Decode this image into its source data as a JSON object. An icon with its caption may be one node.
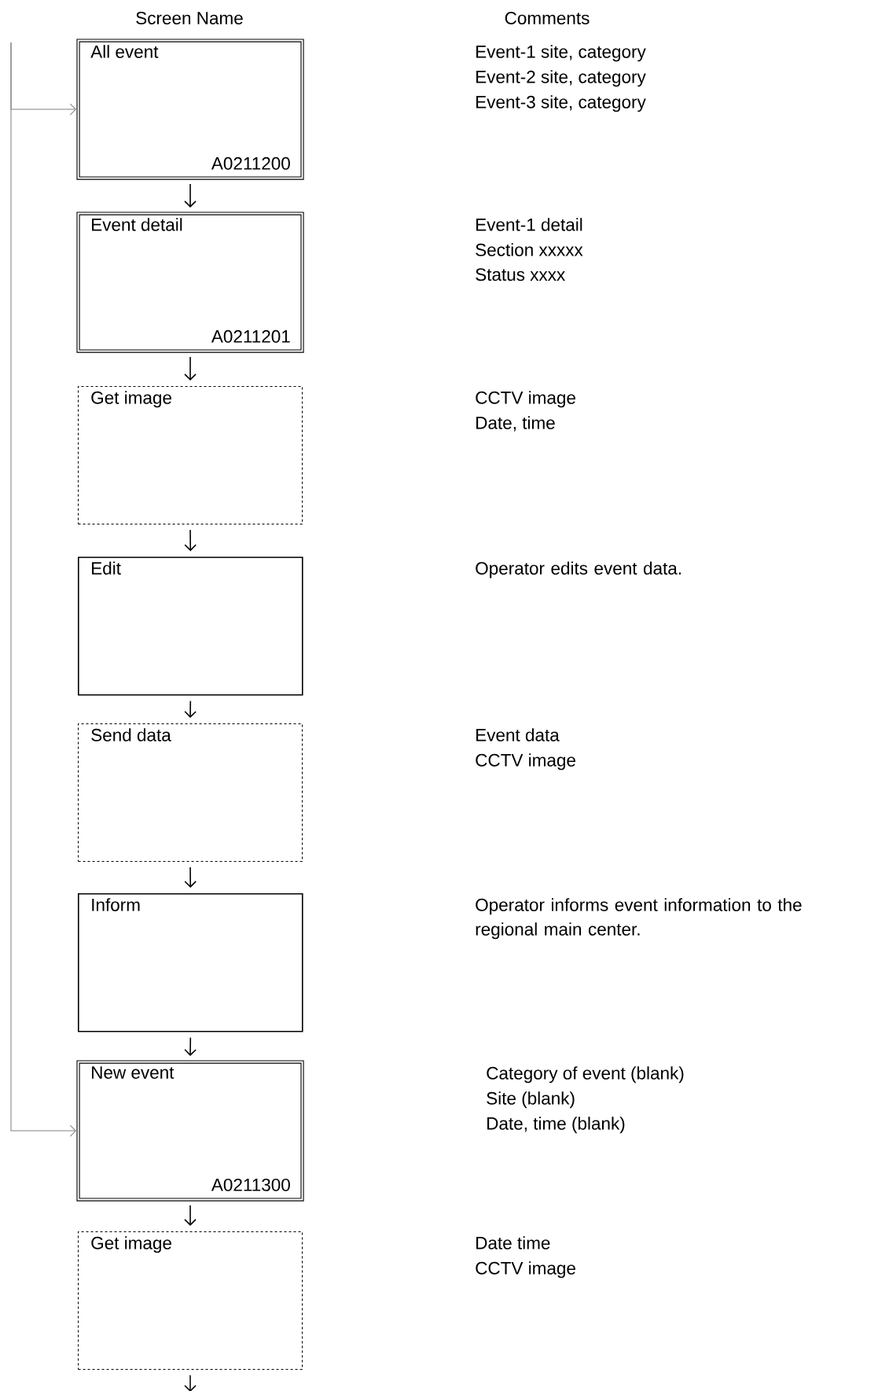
{
  "diagram": {
    "nodes": [
      {
        "text": [
          "All event",
          "A0211200"
        ],
        "beside": [
          "Event-1 site, category",
          "Event-2 site, category",
          "Event-3 site, category"
        ]
      },
      {
        "text": [
          "Event detail",
          "A0211201"
        ],
        "beside": [
          "Event-1 detail",
          "Section xxxxx",
          "Status xxxx"
        ]
      },
      {
        "text": [
          "Get image"
        ],
        "beside": [
          "CCTV image",
          "Date, time"
        ]
      },
      {
        "text": [
          "Edit"
        ]
      },
      {
        "text": [
          "Send data"
        ],
        "beside": [
          "Event data",
          "CCTV image"
        ]
      },
      {
        "text": [
          "Inform"
        ]
      },
      {
        "text": [
          "New event",
          "A0211300"
        ],
        "beside": [
          "Category of event (blank)",
          "Site (blank)",
          "Date, time (blank)"
        ]
      },
      {
        "text": [
          "Get image"
        ],
        "beside": [
          "Date time",
          "CCTV image"
        ]
      }
    ],
    "edges": [
      {
        "from": 0,
        "to": 1,
        "arrow": "to"
      },
      {
        "from": 1,
        "to": 2,
        "arrow": "to"
      },
      {
        "from": 2,
        "to": 3,
        "arrow": "to"
      },
      {
        "from": 3,
        "to": 4,
        "arrow": "to"
      },
      {
        "from": 4,
        "to": 5,
        "arrow": "to"
      },
      {
        "from": 5,
        "to": 6,
        "arrow": "to"
      },
      {
        "from": 6,
        "to": 7,
        "arrow": "to"
      },
      {
        "from": 7,
        "to": null,
        "arrow": "to"
      },
      {
        "from": null,
        "to": 0,
        "arrow": "to",
        "color": "#808080"
      },
      {
        "from": null,
        "to": 6,
        "arrow": "to",
        "color": "#808080"
      }
    ],
    "labels": [
      "Screen Name",
      "Comments",
      "Operator edits event data.",
      "Operator informs event information to the regional main center."
    ]
  }
}
